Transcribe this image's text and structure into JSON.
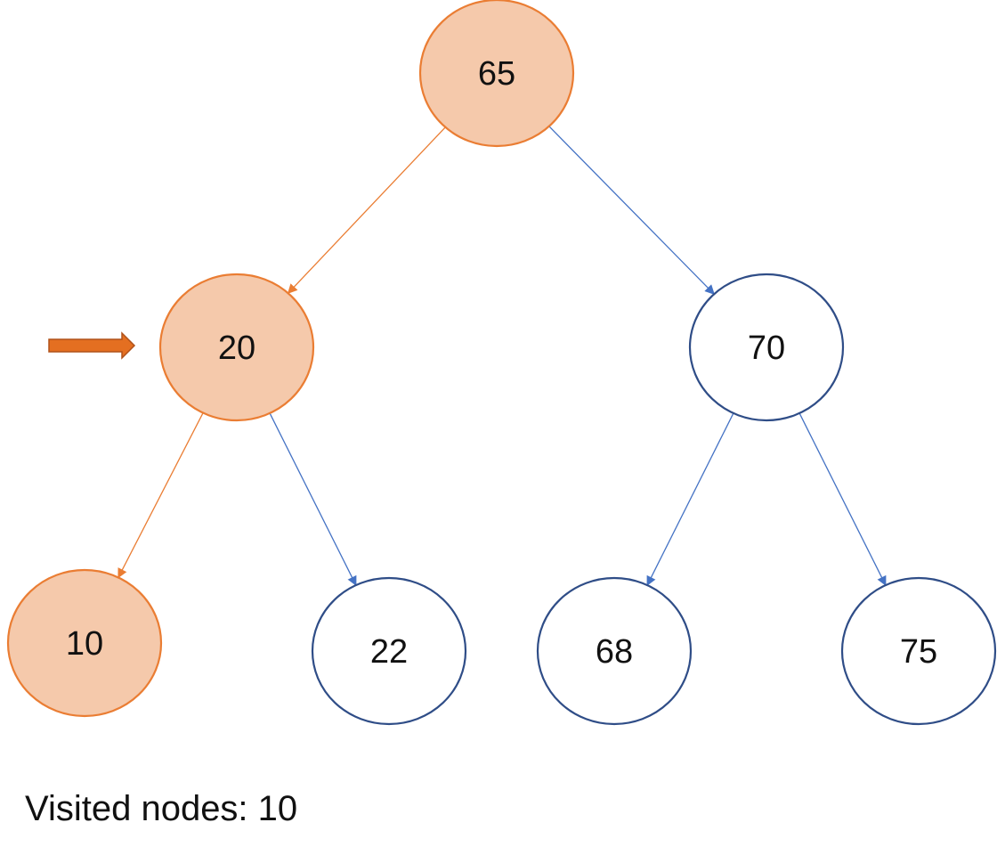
{
  "colors": {
    "visited_fill": "#f5c9ab",
    "visited_stroke": "#ea7d33",
    "unvisited_fill": "#ffffff",
    "unvisited_stroke": "#2f4d87",
    "visited_edge": "#ea7d33",
    "unvisited_edge": "#4472c4",
    "pointer_arrow": "#e46f21",
    "pointer_arrow_border": "#b0521a"
  },
  "tree": {
    "nodes": [
      {
        "id": "n65",
        "value": "65",
        "visited": true
      },
      {
        "id": "n20",
        "value": "20",
        "visited": true
      },
      {
        "id": "n70",
        "value": "70",
        "visited": false
      },
      {
        "id": "n10",
        "value": "10",
        "visited": true
      },
      {
        "id": "n22",
        "value": "22",
        "visited": false
      },
      {
        "id": "n68",
        "value": "68",
        "visited": false
      },
      {
        "id": "n75",
        "value": "75",
        "visited": false
      }
    ],
    "edges": [
      {
        "from": "n65",
        "to": "n20",
        "visited": true
      },
      {
        "from": "n65",
        "to": "n70",
        "visited": false
      },
      {
        "from": "n20",
        "to": "n10",
        "visited": true
      },
      {
        "from": "n20",
        "to": "n22",
        "visited": false
      },
      {
        "from": "n70",
        "to": "n68",
        "visited": false
      },
      {
        "from": "n70",
        "to": "n75",
        "visited": false
      }
    ],
    "current_node": "n20"
  },
  "status": {
    "visited_text": "Visited nodes: 10"
  }
}
